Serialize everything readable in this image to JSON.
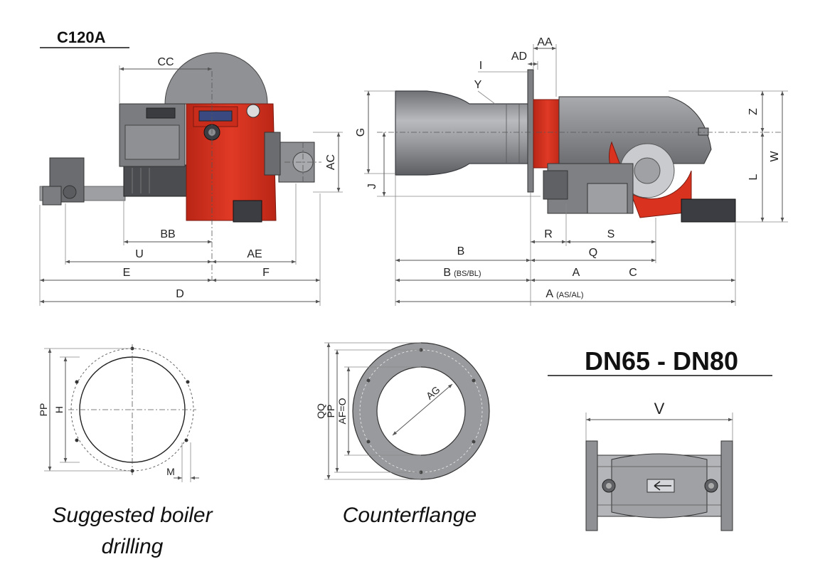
{
  "model_title": "C120A",
  "valve_title": "DN65 - DN80",
  "captions": {
    "boiler_line1": "Suggested boiler",
    "boiler_line2": "drilling",
    "counterflange": "Counterflange"
  },
  "dimension_labels": {
    "CC": "CC",
    "AC": "AC",
    "BB": "BB",
    "U": "U",
    "AE": "AE",
    "E": "E",
    "F": "F",
    "D": "D",
    "AA": "AA",
    "AD": "AD",
    "I": "I",
    "Y": "Y",
    "G": "G",
    "J": "J",
    "Z": "Z",
    "W": "W",
    "L": "L",
    "R": "R",
    "S": "S",
    "Q": "Q",
    "B": "B",
    "B_BSBL": "B",
    "BSBL_suffix": "(BS/BL)",
    "A": "A",
    "C": "C",
    "A_ASAL": "A",
    "ASAL_suffix": "(AS/AL)",
    "PP": "PP",
    "H": "H",
    "M": "M",
    "QQ": "QQ",
    "PP2": "PP",
    "AFO": "AF=O",
    "AG": "AG",
    "V": "V"
  },
  "colors": {
    "burner_red": "#d9321f",
    "steel_gray": "#8a8c90",
    "dark_gray": "#3b3d42",
    "light_gray": "#b9bbbf",
    "flange_gray": "#999a9d"
  }
}
